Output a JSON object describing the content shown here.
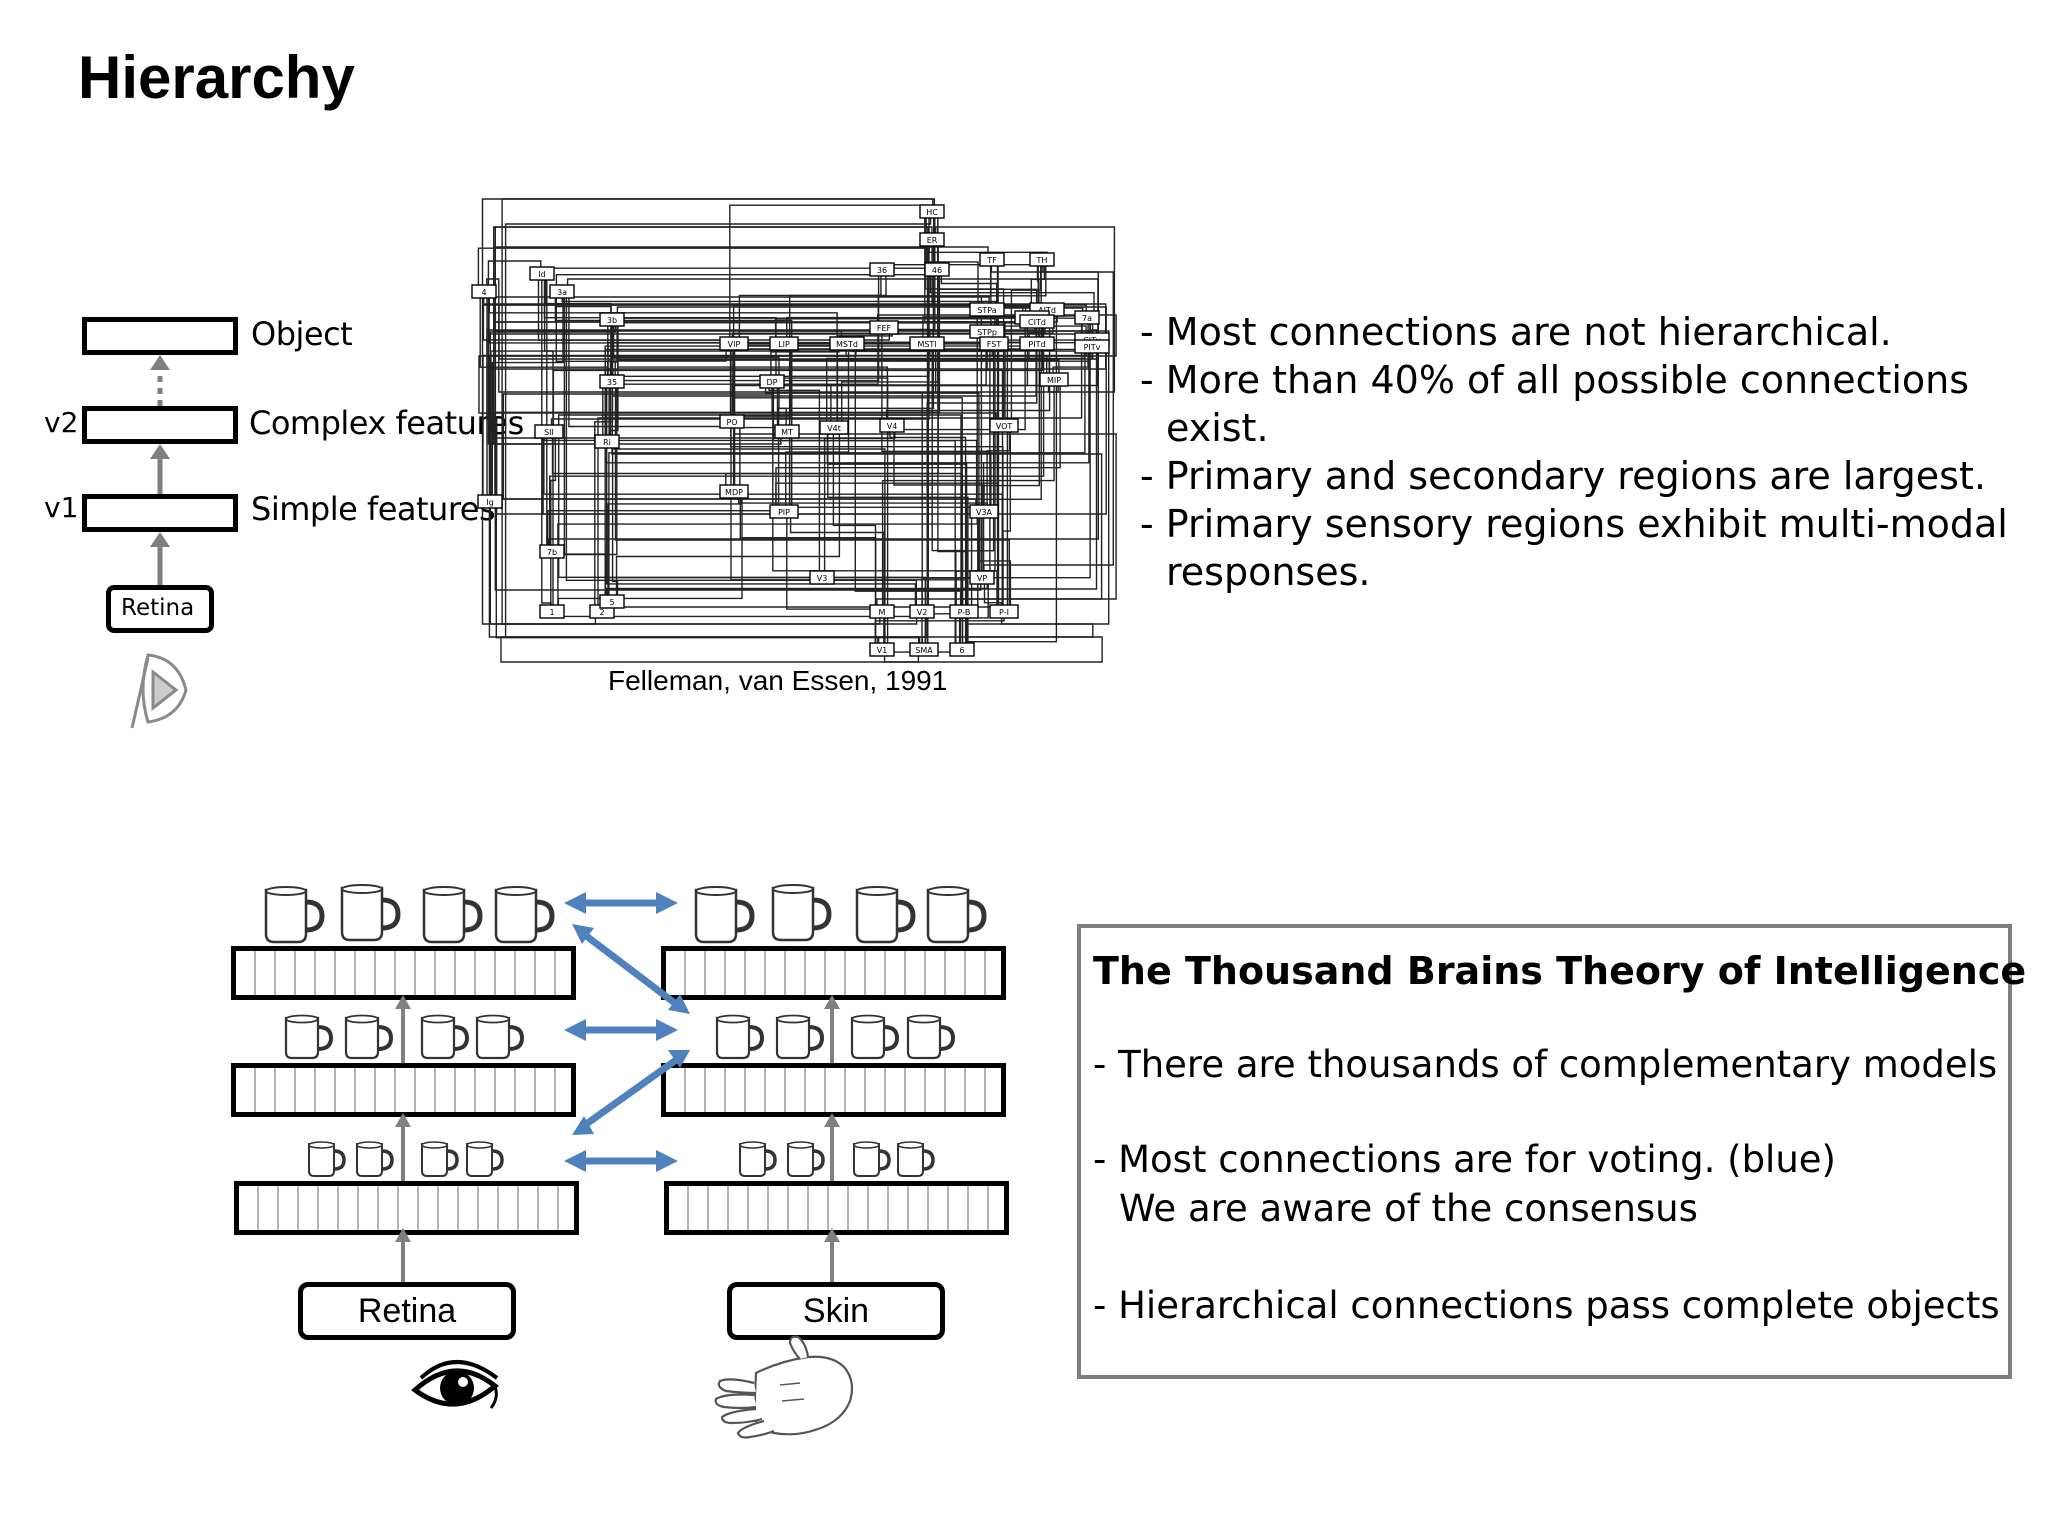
{
  "title": "Hierarchy",
  "hierarchy": {
    "levels": [
      "Object",
      "Complex features",
      "Simple features"
    ],
    "level_tags": [
      "v2",
      "v1"
    ],
    "input": "Retina"
  },
  "caption": "Felleman, van Essen, 1991",
  "bullets": [
    "- Most connections are not hierarchical.",
    "- More than 40% of all possible connections exist.",
    "- Primary and secondary regions are largest.",
    "- Primary sensory regions exhibit multi-modal responses."
  ],
  "thousand_brains": {
    "title": "The Thousand Brains Theory of Intelligence",
    "items": [
      "- There are thousands of complementary models",
      "- Most connections are for voting. (blue)",
      "We are aware of the consensus",
      "- Hierarchical connections pass complete objects"
    ]
  },
  "diagram": {
    "left_input": "Retina",
    "right_input": "Skin",
    "arrow_color": "#4f81bd"
  },
  "wiring_labels": [
    "HC",
    "ER",
    "36",
    "46",
    "TF",
    "TH",
    "STPa",
    "AITd",
    "AITv",
    "7a",
    "FEF",
    "STPp",
    "CITd",
    "CITv",
    "VIP",
    "LIP",
    "MSTd",
    "MSTl",
    "FST",
    "PITd",
    "PITv",
    "DP",
    "MIP",
    "PO",
    "MT",
    "V4t",
    "V4",
    "VOT",
    "MDP",
    "PIP",
    "V3A",
    "V3",
    "VP",
    "M",
    "V2",
    "P-B",
    "P-I",
    "V1",
    "SMA",
    "6",
    "4",
    "3a",
    "3b",
    "1",
    "2",
    "5",
    "7b",
    "Ri",
    "SII",
    "35",
    "Ig",
    "Id"
  ]
}
